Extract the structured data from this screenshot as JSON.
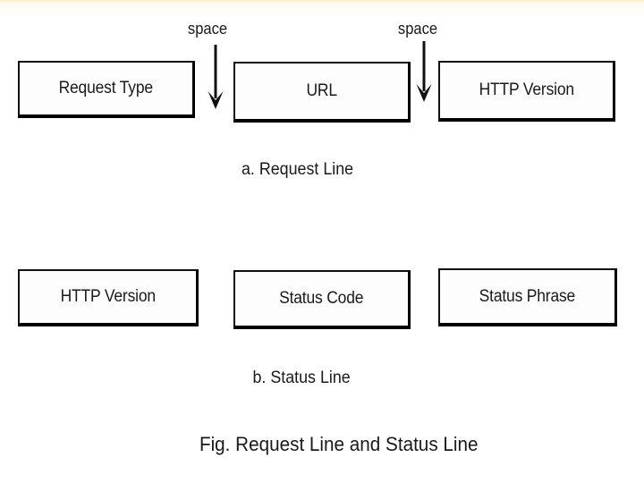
{
  "figure": {
    "caption": "Fig. Request Line and Status Line",
    "background_color": "#ffffff",
    "ink_color": "#1a1a1a",
    "top_band_color": "#fbf1cf"
  },
  "request_line": {
    "caption": "a. Request Line",
    "fields": [
      {
        "label": "Request Type"
      },
      {
        "label": "URL"
      },
      {
        "label": "HTTP Version"
      }
    ],
    "separators": [
      {
        "label": "space",
        "icon": "down-arrow-icon"
      },
      {
        "label": "space",
        "icon": "down-arrow-icon"
      }
    ]
  },
  "status_line": {
    "caption": "b. Status Line",
    "fields": [
      {
        "label": "HTTP Version"
      },
      {
        "label": "Status Code"
      },
      {
        "label": "Status Phrase"
      }
    ]
  }
}
